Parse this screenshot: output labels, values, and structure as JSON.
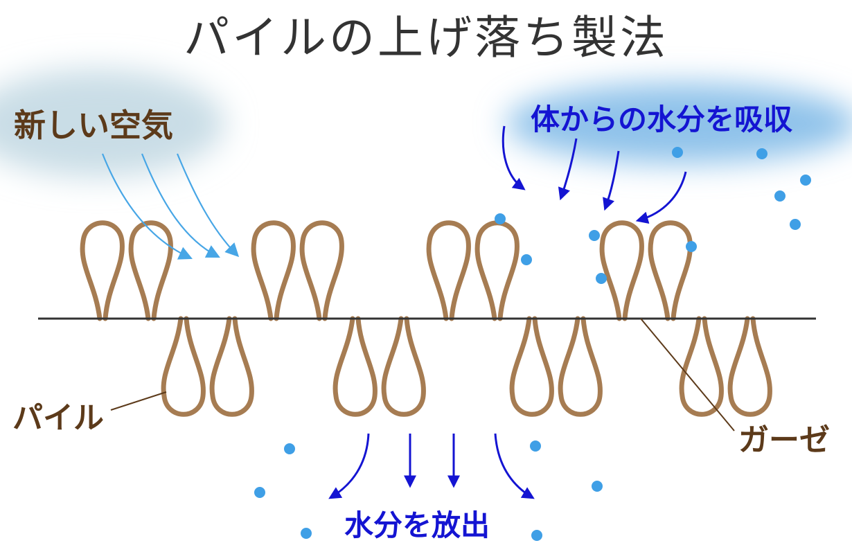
{
  "title": "パイルの上げ落ち製法",
  "labels": {
    "fresh_air": "新しい空気",
    "absorb": "体からの水分を吸収",
    "release": "水分を放出",
    "pile": "パイル",
    "gauze": "ガーゼ"
  },
  "colors": {
    "title": "#333333",
    "brown_text": "#5c3a1a",
    "loop": "#a67c52",
    "blue_text": "#1414d2",
    "blue_arrow": "#1414d2",
    "light_blue_arrow": "#47a6e6",
    "droplet": "#3f9fe6",
    "base_line": "#333333",
    "leader": "#5c3a1a",
    "left_glow": "#c9dde6",
    "right_glow": "#8fc2ea"
  }
}
